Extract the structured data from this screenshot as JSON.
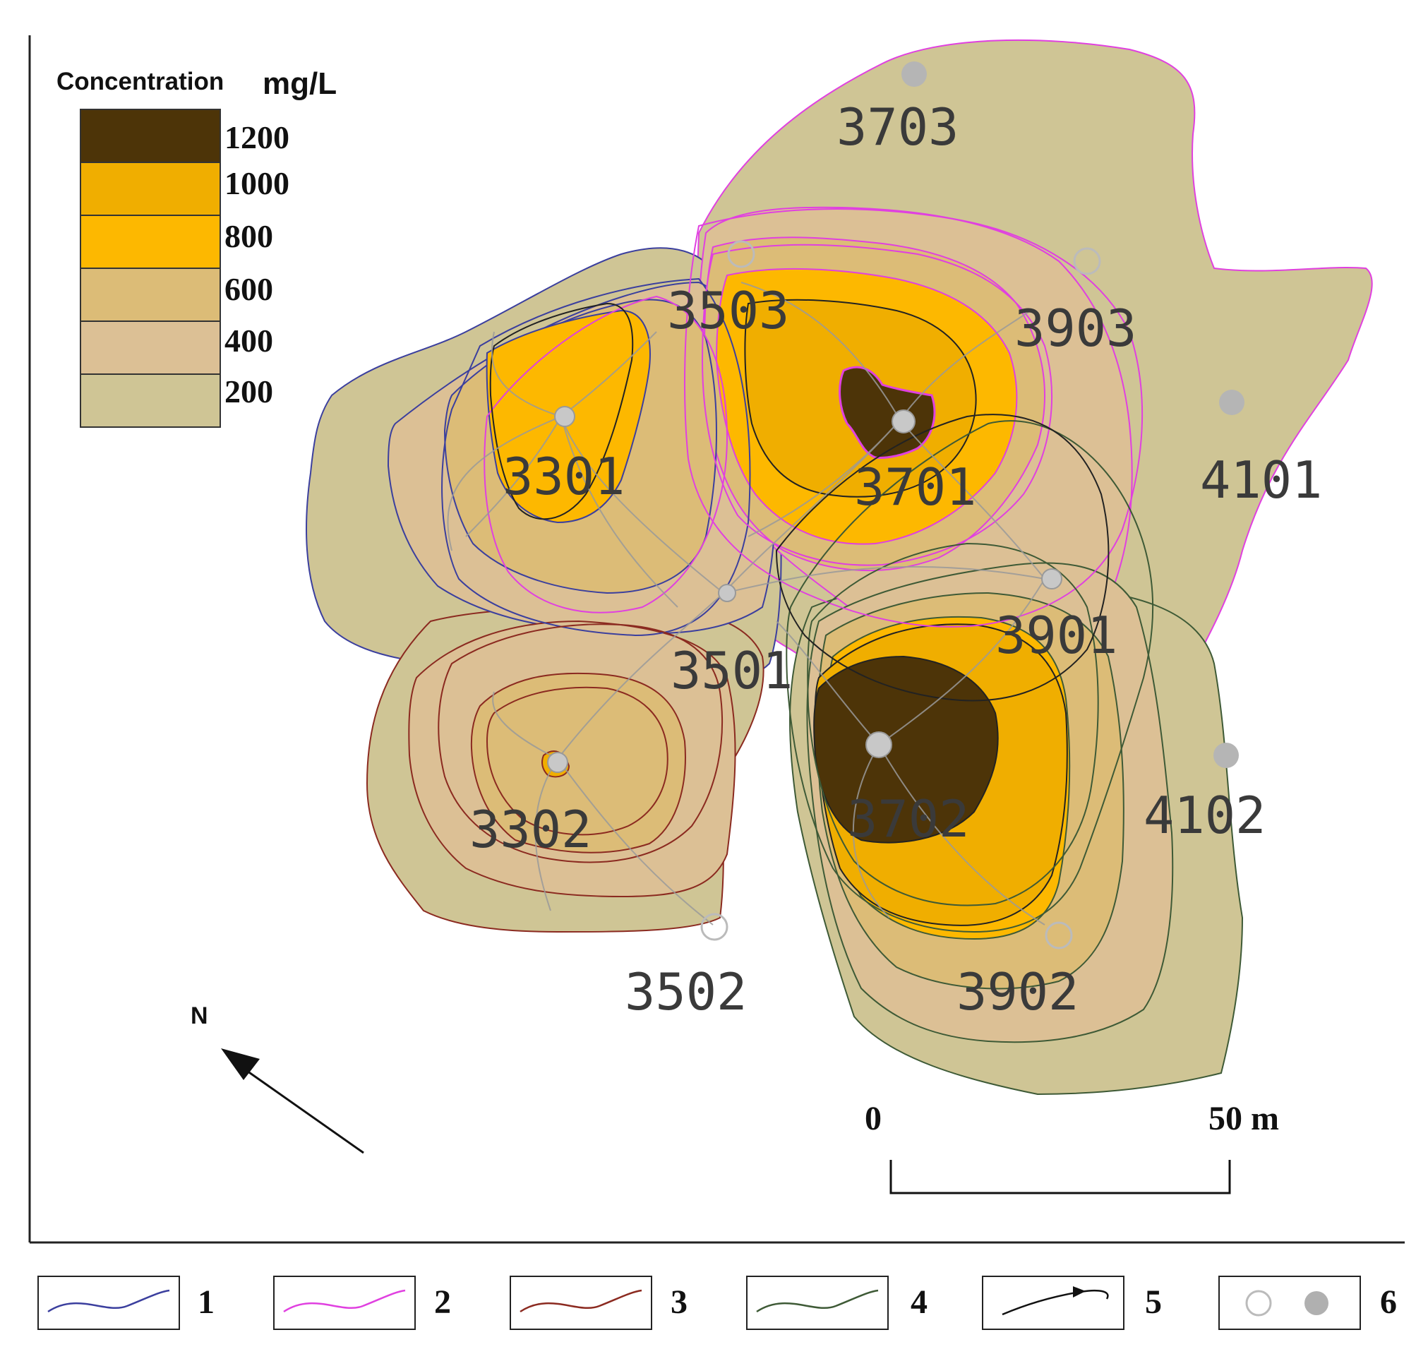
{
  "legend": {
    "title": "Concentration",
    "unit": "mg/L",
    "levels": [
      {
        "label": "1200",
        "color": "#4d3408"
      },
      {
        "label": "1000",
        "color": "#f0ae00"
      },
      {
        "label": "800",
        "color": "#fdb800"
      },
      {
        "label": "600",
        "color": "#dcbc77"
      },
      {
        "label": "400",
        "color": "#dcc095"
      },
      {
        "label": "200",
        "color": "#cfc595"
      }
    ]
  },
  "wells": [
    {
      "id": "3703",
      "label": "3703",
      "symbol": "filled"
    },
    {
      "id": "3503",
      "label": "3503",
      "symbol": "open"
    },
    {
      "id": "3903",
      "label": "3903",
      "symbol": "open"
    },
    {
      "id": "3301",
      "label": "3301",
      "symbol": "star"
    },
    {
      "id": "3701",
      "label": "3701",
      "symbol": "star"
    },
    {
      "id": "4101",
      "label": "4101",
      "symbol": "filled"
    },
    {
      "id": "3901",
      "label": "3901",
      "symbol": "star"
    },
    {
      "id": "3501",
      "label": "3501",
      "symbol": "star"
    },
    {
      "id": "3702",
      "label": "3702",
      "symbol": "star"
    },
    {
      "id": "3302",
      "label": "3302",
      "symbol": "star"
    },
    {
      "id": "4102",
      "label": "4102",
      "symbol": "filled"
    },
    {
      "id": "3502",
      "label": "3502",
      "symbol": "open"
    },
    {
      "id": "3902",
      "label": "3902",
      "symbol": "open"
    }
  ],
  "north_arrow": {
    "label": "N"
  },
  "scale_bar": {
    "start_label": "0",
    "end_label": "50 m"
  },
  "key": [
    {
      "number": "1",
      "symbol": "line",
      "color": "#3b3f9e"
    },
    {
      "number": "2",
      "symbol": "line",
      "color": "#e040e0"
    },
    {
      "number": "3",
      "symbol": "line",
      "color": "#8b2a20"
    },
    {
      "number": "4",
      "symbol": "line",
      "color": "#3e5a36"
    },
    {
      "number": "5",
      "symbol": "flowline-arrow",
      "color": "#111111"
    },
    {
      "number": "6",
      "symbol": "well-circles",
      "color": "#b0b0b0"
    }
  ]
}
